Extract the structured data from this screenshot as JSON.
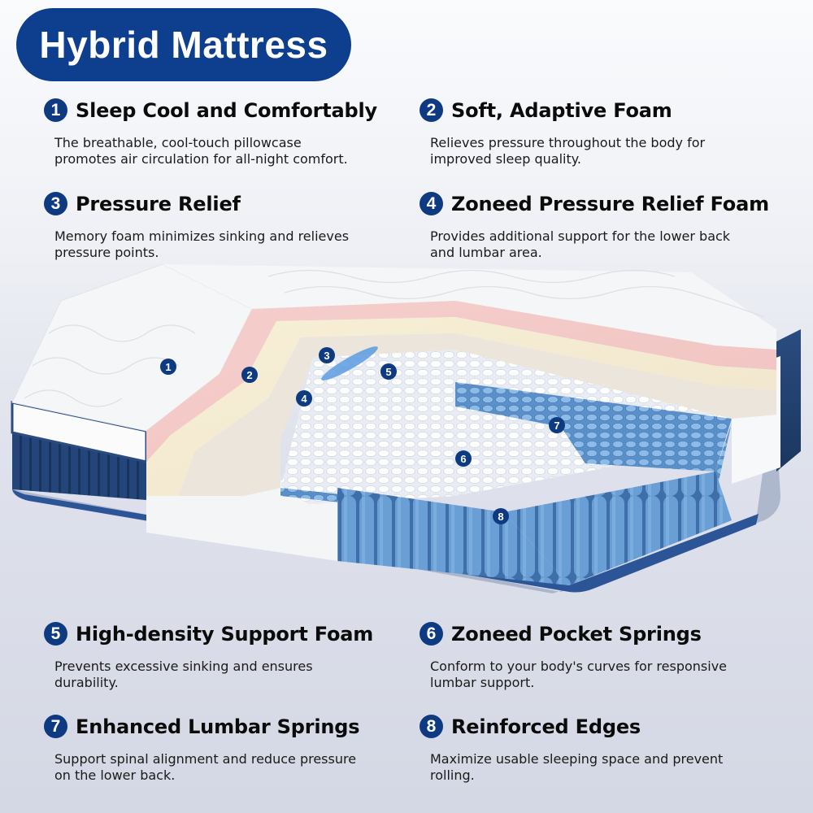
{
  "header": {
    "title": "Hybrid Mattress"
  },
  "colors": {
    "brand_blue": "#0e3f8f",
    "badge_blue": "#0e3a82",
    "foam_pink": "#f2c9c6",
    "foam_cream": "#f3ead2",
    "spring_blue": "#6a9fd6",
    "side_navy": "#1f3f72"
  },
  "features": [
    {
      "number": "1",
      "title": "Sleep Cool and Comfortably",
      "description": "The breathable, cool-touch pillowcase\npromotes air circulation for all-night comfort."
    },
    {
      "number": "2",
      "title": "Soft, Adaptive Foam",
      "description": "Relieves pressure throughout the body for\nimproved sleep quality."
    },
    {
      "number": "3",
      "title": "Pressure Relief",
      "description": "Memory foam minimizes sinking and relieves\npressure points."
    },
    {
      "number": "4",
      "title": "Zoneed Pressure Relief Foam",
      "description": "Provides additional support for the lower back\nand lumbar area."
    },
    {
      "number": "5",
      "title": "High-density Support Foam",
      "description": "Prevents excessive sinking and ensures\ndurability."
    },
    {
      "number": "6",
      "title": "Zoneed Pocket Springs",
      "description": "Conform to your body's curves for responsive\nlumbar support."
    },
    {
      "number": "7",
      "title": "Enhanced Lumbar Springs",
      "description": "Support spinal alignment and reduce pressure\non the lower back."
    },
    {
      "number": "8",
      "title": "Reinforced Edges",
      "description": "Maximize usable sleeping space and prevent\nrolling."
    }
  ],
  "illustration": {
    "markers": [
      {
        "label": "1"
      },
      {
        "label": "2"
      },
      {
        "label": "3"
      },
      {
        "label": "4"
      },
      {
        "label": "5"
      },
      {
        "label": "6"
      },
      {
        "label": "7"
      },
      {
        "label": "8"
      }
    ]
  }
}
